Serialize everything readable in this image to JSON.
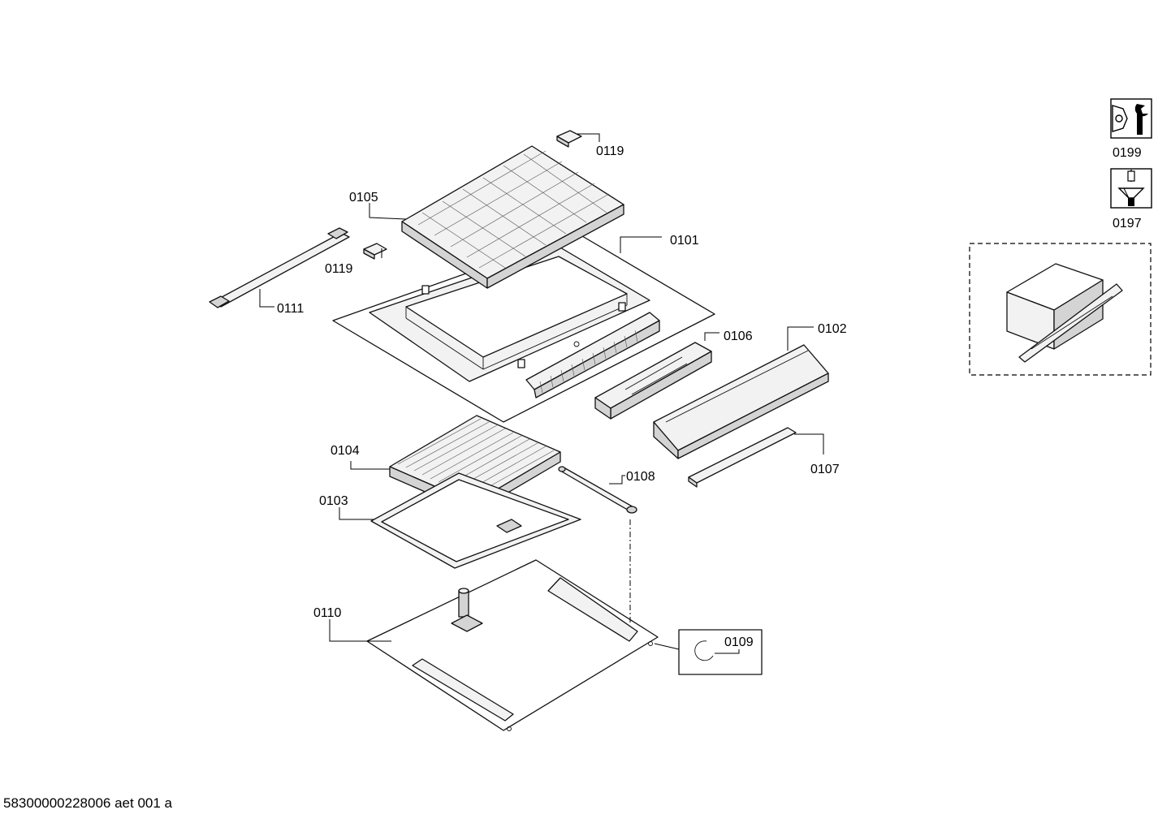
{
  "callouts": {
    "p0119a": "0119",
    "p0105": "0105",
    "p0119b": "0119",
    "p0101": "0101",
    "p0111": "0111",
    "p0106": "0106",
    "p0102": "0102",
    "p0104": "0104",
    "p0108": "0108",
    "p0107": "0107",
    "p0103": "0103",
    "p0110": "0110",
    "p0109": "0109",
    "p0199": "0199",
    "p0197": "0197"
  },
  "icons": {
    "service_kit": "wrench-nut-icon",
    "screw": "screw-icon"
  },
  "footer": {
    "document_code": "58300000228006 aet 001 a"
  }
}
